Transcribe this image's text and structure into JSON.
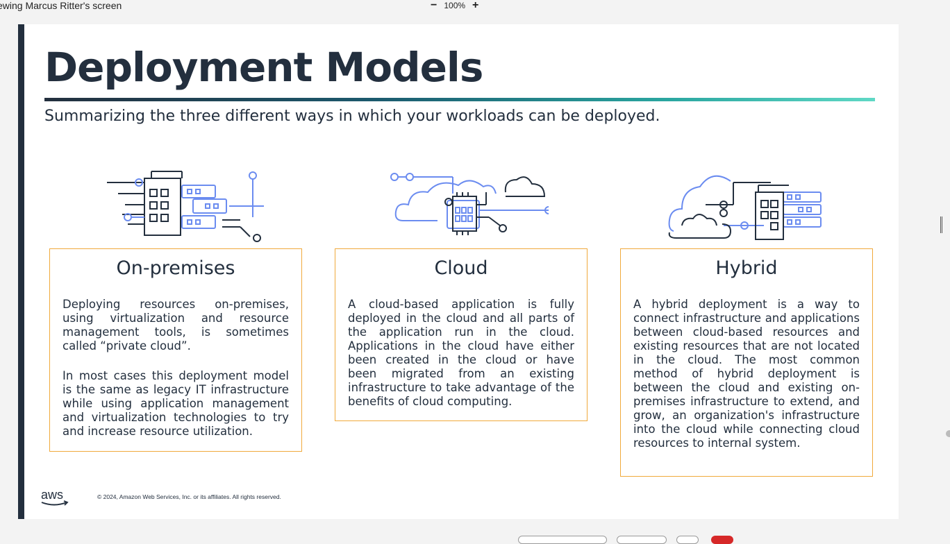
{
  "viewer": {
    "screen_label": "ewing Marcus Ritter's screen",
    "zoom_level": "100%",
    "zoom_out_label": "−",
    "zoom_in_label": "+"
  },
  "slide": {
    "title": "Deployment Models",
    "subtitle": "Summarizing the three different ways in which your workloads can be deployed.",
    "cards": [
      {
        "title": "On-premises",
        "paragraphs": [
          "Deploying resources on-premises, using virtualization and resource management tools, is sometimes called “private cloud”.",
          "In most cases this deployment model is the same as legacy IT infrastructure while using application management and virtualization technologies to try and increase resource utilization."
        ]
      },
      {
        "title": "Cloud",
        "paragraphs": [
          "A cloud-based application is fully deployed in the cloud and all parts of the application run in the cloud. Applications in the cloud have either been created in the cloud or have been migrated from an existing infrastructure to take advantage of the benefits of cloud computing."
        ]
      },
      {
        "title": "Hybrid",
        "paragraphs": [
          "A hybrid deployment is a way to connect infrastructure and applications between cloud-based resources and existing resources that are not located in the cloud. The most common method of hybrid deployment is between the cloud and existing on-premises infrastructure to extend, and grow, an organization's infrastructure into the cloud while connecting cloud resources to internal system."
        ]
      }
    ],
    "footer": {
      "logo_text": "aws",
      "copyright": "© 2024, Amazon Web Services, Inc. or its affiliates. All rights reserved."
    }
  },
  "colors": {
    "navy": "#232f3e",
    "accent_orange": "#f0a93b",
    "icon_blue": "#6b8cf0",
    "icon_dark": "#232f3e",
    "teal": "#2aa6a0"
  },
  "icons": [
    "on-premises-illustration",
    "cloud-illustration",
    "hybrid-illustration",
    "aws-logo"
  ]
}
